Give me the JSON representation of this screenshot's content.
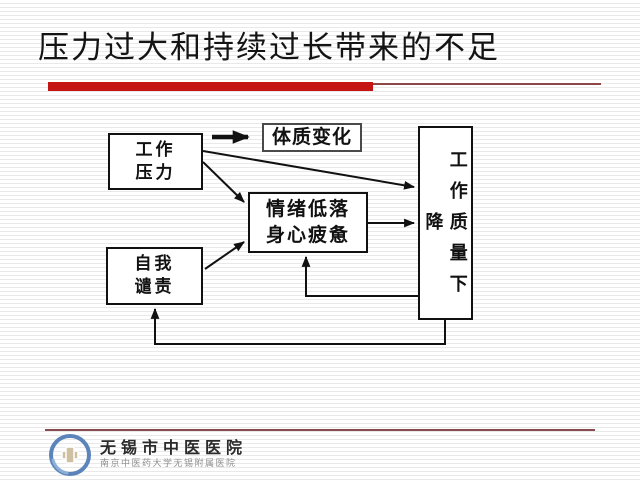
{
  "slide": {
    "title": "压力过大和持续过长带来的不足"
  },
  "diagram": {
    "nodes": {
      "work_pressure": "工作\n压力",
      "self_blame": "自我\n谴责",
      "emotion_fatigue": "情绪低落\n身心疲惫",
      "physical_change": "体质变化",
      "work_quality_decline": "工作质量下降"
    },
    "edges": [
      {
        "from": "work_pressure",
        "to": "physical_change",
        "style": "thick"
      },
      {
        "from": "work_pressure",
        "to": "work_quality_decline",
        "style": "normal"
      },
      {
        "from": "work_pressure",
        "to": "emotion_fatigue",
        "style": "normal"
      },
      {
        "from": "self_blame",
        "to": "emotion_fatigue",
        "style": "normal"
      },
      {
        "from": "emotion_fatigue",
        "to": "work_quality_decline",
        "style": "normal"
      },
      {
        "from": "work_quality_decline",
        "to": "emotion_fatigue",
        "style": "feedback"
      },
      {
        "from": "work_quality_decline",
        "to": "self_blame",
        "style": "feedback"
      }
    ]
  },
  "footer": {
    "hospital_name": "无锡市中医医院",
    "hospital_subtitle": "南京中医药大学无锡附属医院"
  },
  "colors": {
    "title_underline_red": "#c41414",
    "underline_thin_red": "#8f4646",
    "footer_line_red": "#8a4a52",
    "diagram_line_black": "#111111",
    "logo_blue": "#5b84ba",
    "logo_cross_tan": "#cfc0a2"
  }
}
